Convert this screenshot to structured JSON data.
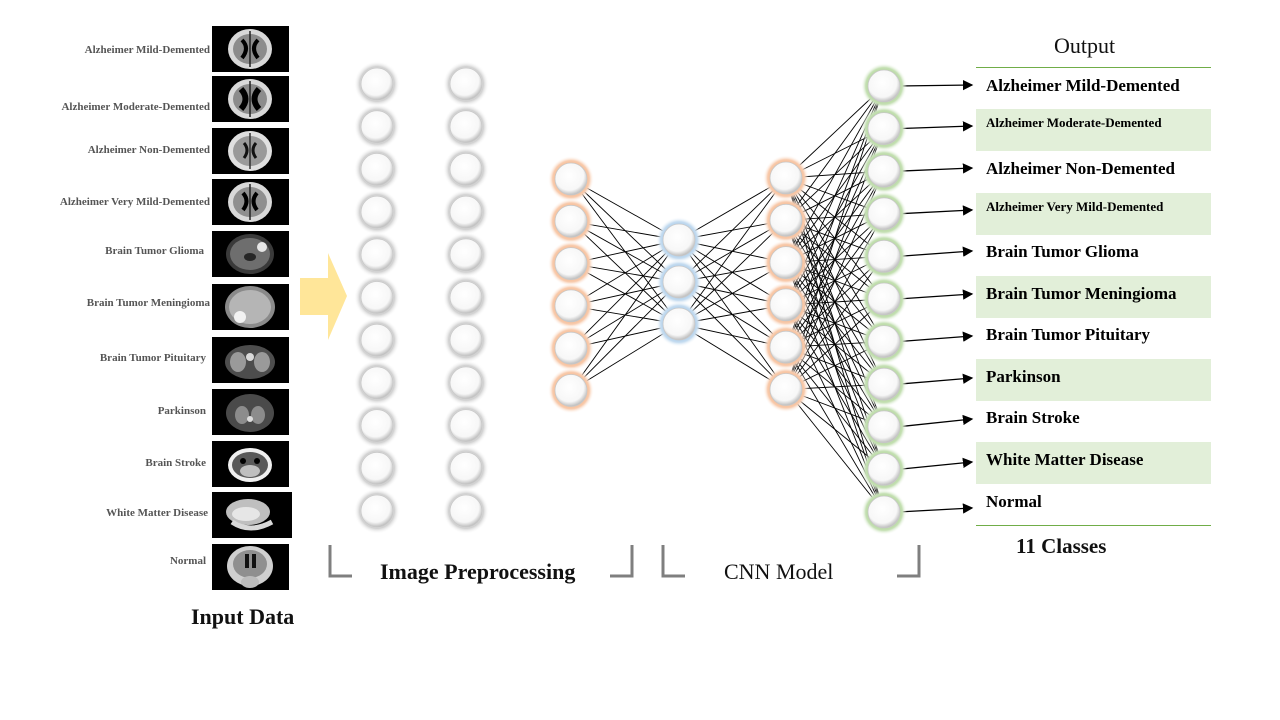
{
  "input": {
    "title": "Input Data",
    "items": [
      {
        "label": "Alzheimer Mild-Demented",
        "icon": "brain-mri-axial-icon"
      },
      {
        "label": "Alzheimer Moderate-Demented",
        "icon": "brain-mri-axial-icon"
      },
      {
        "label": "Alzheimer Non-Demented",
        "icon": "brain-mri-axial-icon"
      },
      {
        "label": "Alzheimer Very Mild-Demented",
        "icon": "brain-mri-axial-icon"
      },
      {
        "label": "Brain Tumor Glioma",
        "icon": "brain-mri-tumor-icon"
      },
      {
        "label": "Brain Tumor Meningioma",
        "icon": "brain-mri-tumor-icon"
      },
      {
        "label": "Brain Tumor Pituitary",
        "icon": "brain-mri-tumor-icon"
      },
      {
        "label": "Parkinson",
        "icon": "brain-mri-axial-icon"
      },
      {
        "label": "Brain Stroke",
        "icon": "brain-ct-icon"
      },
      {
        "label": "White Matter Disease",
        "icon": "brain-mri-sagittal-icon"
      },
      {
        "label": "Normal",
        "icon": "brain-mri-coronal-icon"
      }
    ]
  },
  "stages": {
    "preprocessing": "Image Preprocessing",
    "cnn": "CNN Model"
  },
  "output": {
    "title": "Output",
    "footer": "11 Classes",
    "classes": [
      "Alzheimer Mild-Demented",
      "Alzheimer Moderate-Demented",
      "Alzheimer Non-Demented",
      "Alzheimer Very Mild-Demented",
      "Brain Tumor Glioma",
      "Brain Tumor Meningioma",
      "Brain Tumor Pituitary",
      "Parkinson",
      "Brain Stroke",
      "White Matter Disease",
      "Normal"
    ]
  },
  "colors": {
    "arrow": "#ffe699",
    "node_gray": "#bfbfbf",
    "node_orange": "#f4b183",
    "node_blue": "#9dc3e6",
    "node_green": "#a9d18e",
    "output_shade": "#e2efd9",
    "output_rule": "#70ad47",
    "bracket": "#7f7f7f"
  }
}
